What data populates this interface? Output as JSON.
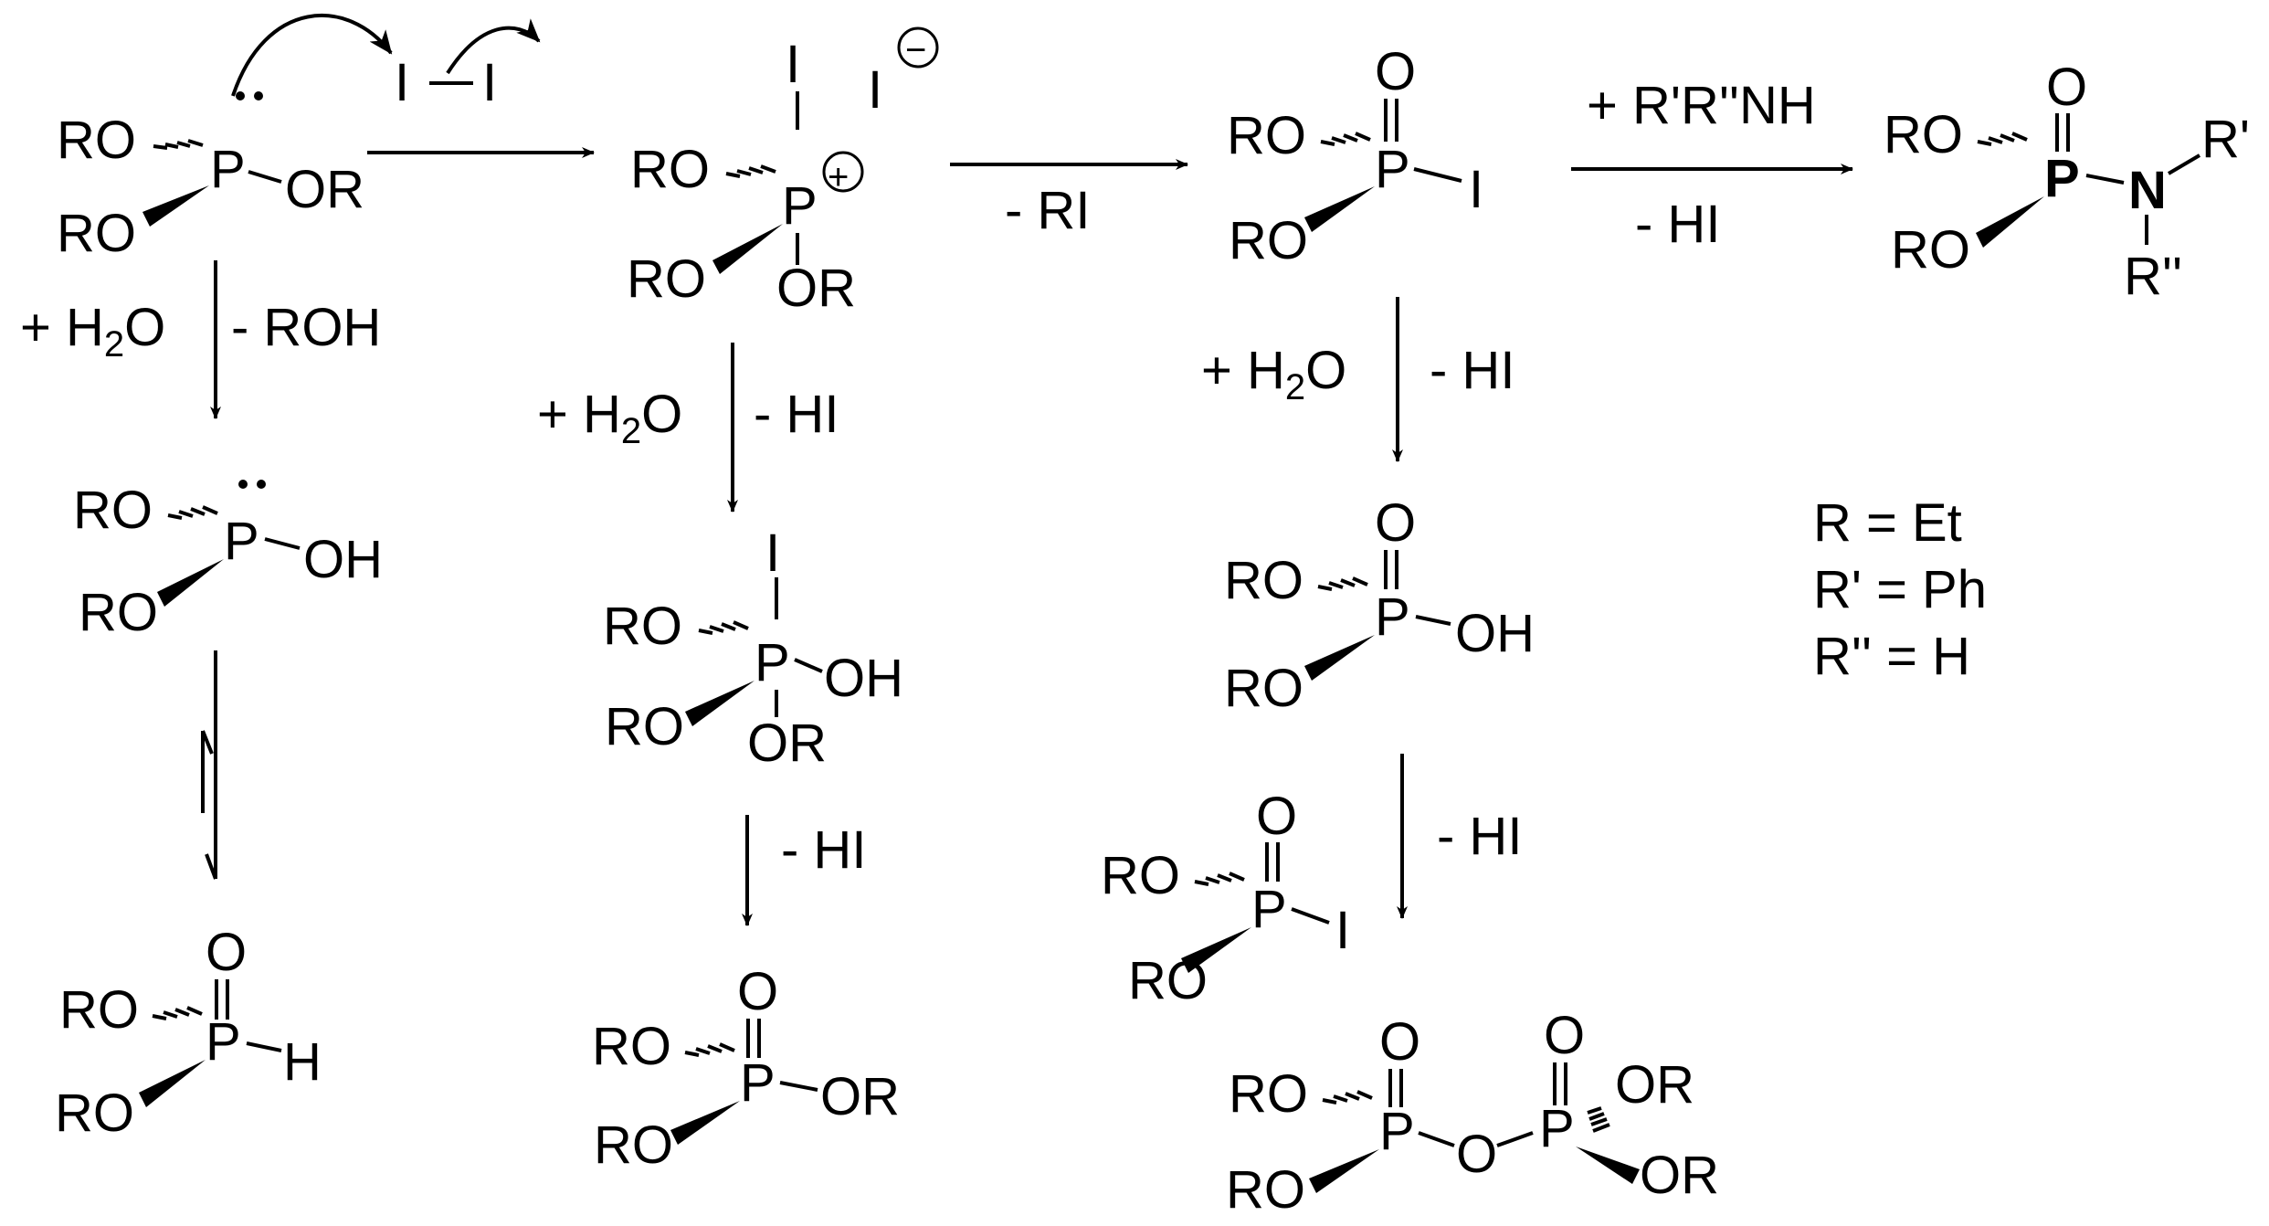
{
  "scheme": {
    "iodine_reagent": {
      "a": "I",
      "b": "I"
    },
    "phosphite": {
      "ro1": "RO",
      "ro2": "RO",
      "p": "P",
      "or": "OR"
    },
    "phosphonium": {
      "i": "I",
      "ro1": "RO",
      "ro2": "RO",
      "p": "P",
      "or": "OR",
      "plus": "+",
      "counter_ion": "I",
      "minus": "−"
    },
    "iodophosphate": {
      "o": "O",
      "ro1": "RO",
      "ro2": "RO",
      "p": "P",
      "i": "I"
    },
    "amidate": {
      "o": "O",
      "ro1": "RO",
      "ro2": "RO",
      "p": "P",
      "n": "N",
      "r1": "R'",
      "r2": "R''"
    },
    "phosphite_acid": {
      "ro1": "RO",
      "ro2": "RO",
      "p": "P",
      "oh": "OH"
    },
    "h_phosphonate": {
      "o": "O",
      "ro1": "RO",
      "ro2": "RO",
      "p": "P",
      "h": "H"
    },
    "iodo_phosphorane": {
      "i": "I",
      "ro1": "RO",
      "ro2": "RO",
      "p": "P",
      "oh": "OH",
      "or": "OR"
    },
    "triester": {
      "o": "O",
      "ro1": "RO",
      "ro2": "RO",
      "p": "P",
      "or": "OR"
    },
    "diester_acid": {
      "o": "O",
      "ro1": "RO",
      "ro2": "RO",
      "p": "P",
      "oh": "OH"
    },
    "iodophosphate_2": {
      "o": "O",
      "ro1": "RO",
      "ro2": "RO",
      "p": "P",
      "i": "I"
    },
    "pyrophosphate": {
      "o1": "O",
      "o2": "O",
      "o_bridge": "O",
      "ro1": "RO",
      "ro2": "RO",
      "p1": "P",
      "p2": "P",
      "or1": "OR",
      "or2": "OR"
    }
  },
  "conditions": {
    "step_to_phosphonium": "",
    "minus_ri": "- RI",
    "plus_amine": "+ R'R''NH",
    "minus_hi_amine": "- HI",
    "water_1_plus": "+ H",
    "water_1_sub": "2",
    "water_1_o": "O",
    "minus_roh": "- ROH",
    "water_2_plus": "+ H",
    "water_2_sub": "2",
    "water_2_o": "O",
    "minus_hi_2": "- HI",
    "water_3_plus": "+ H",
    "water_3_sub": "2",
    "water_3_o": "O",
    "minus_hi_3": "- HI",
    "minus_hi_4": "- HI",
    "minus_hi_5": "- HI"
  },
  "legend": {
    "r": "R = Et",
    "r1": "R' = Ph",
    "r2": "R'' = H"
  }
}
